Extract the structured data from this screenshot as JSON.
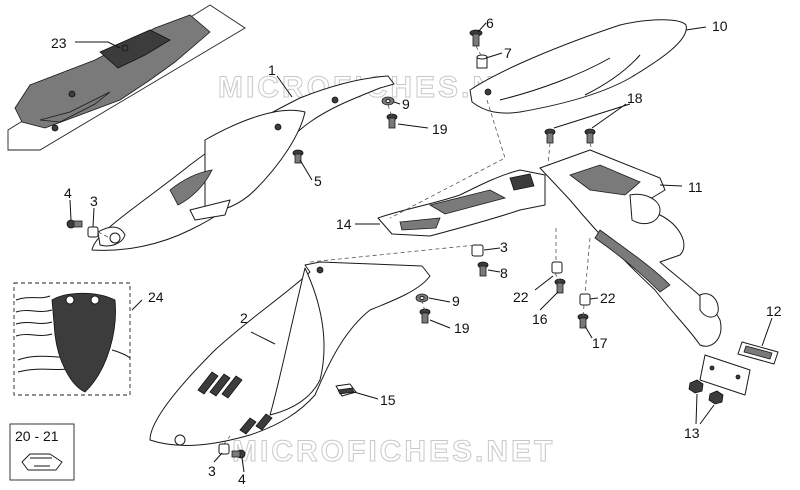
{
  "watermarks": [
    "MICROFICHES.NET",
    "MICROFICHES.NET"
  ],
  "callouts": {
    "c1": "1",
    "c2": "2",
    "c3a": "3",
    "c3b": "3",
    "c3c": "3",
    "c4a": "4",
    "c4b": "4",
    "c5": "5",
    "c6": "6",
    "c7": "7",
    "c8": "8",
    "c9a": "9",
    "c9b": "9",
    "c10": "10",
    "c11": "11",
    "c12": "12",
    "c13": "13",
    "c14": "14",
    "c15": "15",
    "c16": "16",
    "c17": "17",
    "c18": "18",
    "c19a": "19",
    "c19b": "19",
    "c22a": "22",
    "c22b": "22",
    "c23": "23",
    "c24": "24",
    "c2021": "20 - 21"
  }
}
